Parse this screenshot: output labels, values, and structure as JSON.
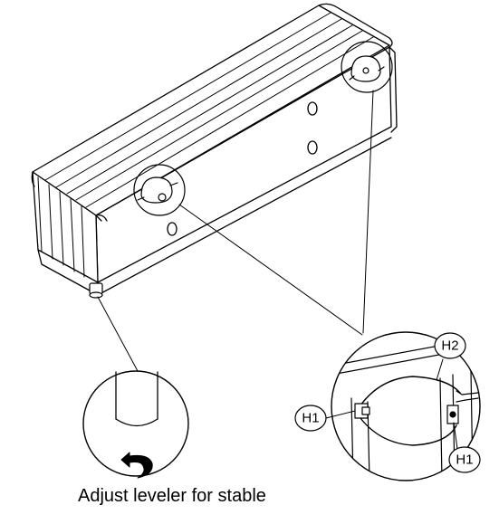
{
  "caption": "Adjust leveler for stable",
  "callouts": {
    "h1_left": "H1",
    "h2": "H2",
    "h1_right": "H1"
  },
  "icons": {
    "rotate": "curved-arrow-icon"
  }
}
